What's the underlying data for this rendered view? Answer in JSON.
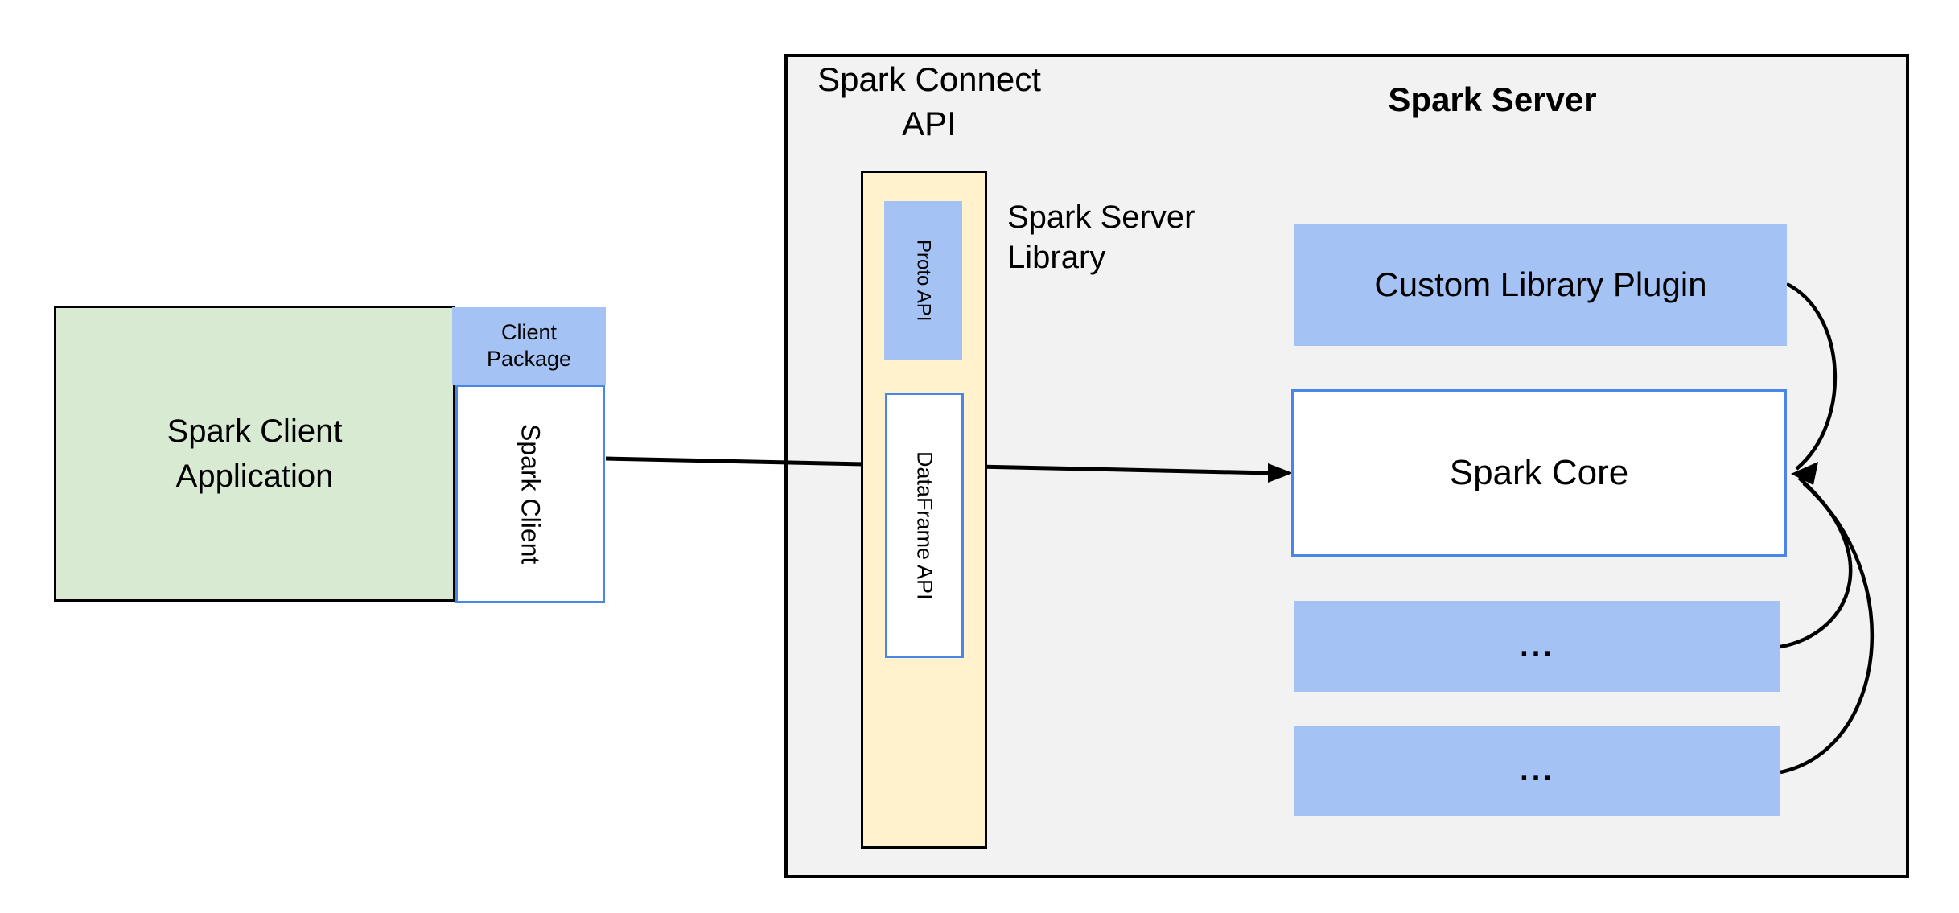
{
  "client": {
    "app_line1": "Spark Client",
    "app_line2": "Application",
    "package_line1": "Client",
    "package_line2": "Package",
    "spark_client_label": "Spark Client"
  },
  "connect_api": {
    "title_line1": "Spark Connect",
    "title_line2": "API",
    "proto_api_label": "Proto API",
    "dataframe_api_label": "DataFrame API",
    "server_library_line1": "Spark Server",
    "server_library_line2": "Library"
  },
  "server": {
    "title": "Spark Server",
    "custom_plugin_label": "Custom Library Plugin",
    "core_label": "Spark Core",
    "ellipsis_box_1_label": "...",
    "ellipsis_box_2_label": "..."
  },
  "colors": {
    "blue_fill": "#a4c2f4",
    "blue_border": "#4a86e8",
    "green_fill": "#d9ead3",
    "yellow_fill": "#fff2cc",
    "gray_fill": "#f2f2f2",
    "line": "#000000",
    "text": "#000000"
  }
}
